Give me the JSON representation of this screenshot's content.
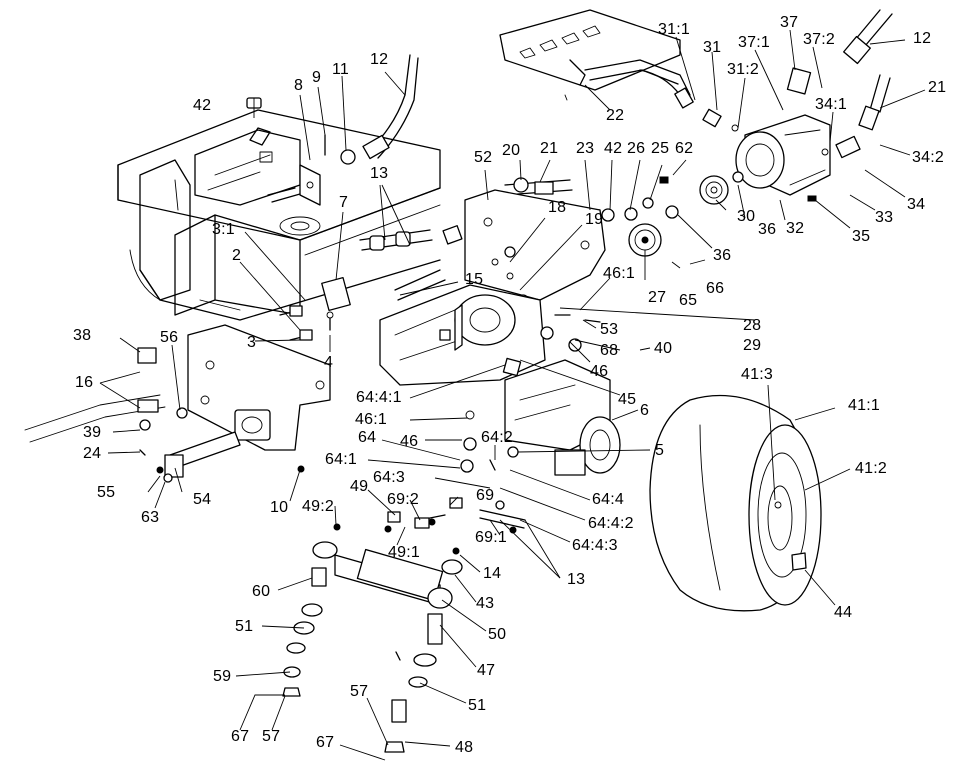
{
  "diagram": {
    "callouts": [
      {
        "id": "c-12a",
        "text": "12"
      },
      {
        "id": "c-31-1",
        "text": "31:1"
      },
      {
        "id": "c-37",
        "text": "37"
      },
      {
        "id": "c-37-2",
        "text": "37:2"
      },
      {
        "id": "c-12b",
        "text": "12"
      },
      {
        "id": "c-31",
        "text": "31"
      },
      {
        "id": "c-37-1",
        "text": "37:1"
      },
      {
        "id": "c-21a",
        "text": "21"
      },
      {
        "id": "c-31-2",
        "text": "31:2"
      },
      {
        "id": "c-34-1",
        "text": "34:1"
      },
      {
        "id": "c-22",
        "text": "22"
      },
      {
        "id": "c-42a",
        "text": "42"
      },
      {
        "id": "c-8",
        "text": "8"
      },
      {
        "id": "c-9",
        "text": "9"
      },
      {
        "id": "c-11",
        "text": "11"
      },
      {
        "id": "c-34-2",
        "text": "34:2"
      },
      {
        "id": "c-52",
        "text": "52"
      },
      {
        "id": "c-20",
        "text": "20"
      },
      {
        "id": "c-21b",
        "text": "21"
      },
      {
        "id": "c-23",
        "text": "23"
      },
      {
        "id": "c-42b",
        "text": "42"
      },
      {
        "id": "c-26",
        "text": "26"
      },
      {
        "id": "c-25",
        "text": "25"
      },
      {
        "id": "c-62",
        "text": "62"
      },
      {
        "id": "c-34",
        "text": "34"
      },
      {
        "id": "c-13a",
        "text": "13"
      },
      {
        "id": "c-33",
        "text": "33"
      },
      {
        "id": "c-7",
        "text": "7"
      },
      {
        "id": "c-18",
        "text": "18"
      },
      {
        "id": "c-19",
        "text": "19"
      },
      {
        "id": "c-32",
        "text": "32"
      },
      {
        "id": "c-35",
        "text": "35"
      },
      {
        "id": "c-3-1",
        "text": "3:1"
      },
      {
        "id": "c-36a",
        "text": "36"
      },
      {
        "id": "c-30",
        "text": "30"
      },
      {
        "id": "c-2",
        "text": "2"
      },
      {
        "id": "c-36b",
        "text": "36"
      },
      {
        "id": "c-46-1a",
        "text": "46:1"
      },
      {
        "id": "c-15",
        "text": "15"
      },
      {
        "id": "c-66",
        "text": "66"
      },
      {
        "id": "c-27",
        "text": "27"
      },
      {
        "id": "c-65",
        "text": "65"
      },
      {
        "id": "c-28",
        "text": "28"
      },
      {
        "id": "c-38",
        "text": "38"
      },
      {
        "id": "c-56",
        "text": "56"
      },
      {
        "id": "c-53",
        "text": "53"
      },
      {
        "id": "c-3",
        "text": "3"
      },
      {
        "id": "c-29",
        "text": "29"
      },
      {
        "id": "c-68",
        "text": "68"
      },
      {
        "id": "c-40",
        "text": "40"
      },
      {
        "id": "c-16",
        "text": "16"
      },
      {
        "id": "c-4",
        "text": "4"
      },
      {
        "id": "c-46a",
        "text": "46"
      },
      {
        "id": "c-41-3",
        "text": "41:3"
      },
      {
        "id": "c-64-4-1",
        "text": "64:4:1"
      },
      {
        "id": "c-45",
        "text": "45"
      },
      {
        "id": "c-41-1",
        "text": "41:1"
      },
      {
        "id": "c-6",
        "text": "6"
      },
      {
        "id": "c-39",
        "text": "39"
      },
      {
        "id": "c-46-1b",
        "text": "46:1"
      },
      {
        "id": "c-24",
        "text": "24"
      },
      {
        "id": "c-64",
        "text": "64"
      },
      {
        "id": "c-46b",
        "text": "46"
      },
      {
        "id": "c-64-2",
        "text": "64:2"
      },
      {
        "id": "c-5",
        "text": "5"
      },
      {
        "id": "c-41-2",
        "text": "41:2"
      },
      {
        "id": "c-64-1",
        "text": "64:1"
      },
      {
        "id": "c-55",
        "text": "55"
      },
      {
        "id": "c-64-3",
        "text": "64:3"
      },
      {
        "id": "c-64-4",
        "text": "64:4"
      },
      {
        "id": "c-49",
        "text": "49"
      },
      {
        "id": "c-69-2",
        "text": "69:2"
      },
      {
        "id": "c-69",
        "text": "69"
      },
      {
        "id": "c-10",
        "text": "10"
      },
      {
        "id": "c-54",
        "text": "54"
      },
      {
        "id": "c-63",
        "text": "63"
      },
      {
        "id": "c-49-2",
        "text": "49:2"
      },
      {
        "id": "c-64-4-2",
        "text": "64:4:2"
      },
      {
        "id": "c-64-4-3",
        "text": "64:4:3"
      },
      {
        "id": "c-49-1",
        "text": "49:1"
      },
      {
        "id": "c-69-1",
        "text": "69:1"
      },
      {
        "id": "c-14",
        "text": "14"
      },
      {
        "id": "c-13b",
        "text": "13"
      },
      {
        "id": "c-60",
        "text": "60"
      },
      {
        "id": "c-43",
        "text": "43"
      },
      {
        "id": "c-44",
        "text": "44"
      },
      {
        "id": "c-51a",
        "text": "51"
      },
      {
        "id": "c-50",
        "text": "50"
      },
      {
        "id": "c-47",
        "text": "47"
      },
      {
        "id": "c-59",
        "text": "59"
      },
      {
        "id": "c-51b",
        "text": "51"
      },
      {
        "id": "c-57a",
        "text": "57"
      },
      {
        "id": "c-67a",
        "text": "67"
      },
      {
        "id": "c-57b",
        "text": "57"
      },
      {
        "id": "c-67b",
        "text": "67"
      },
      {
        "id": "c-48",
        "text": "48"
      }
    ]
  }
}
